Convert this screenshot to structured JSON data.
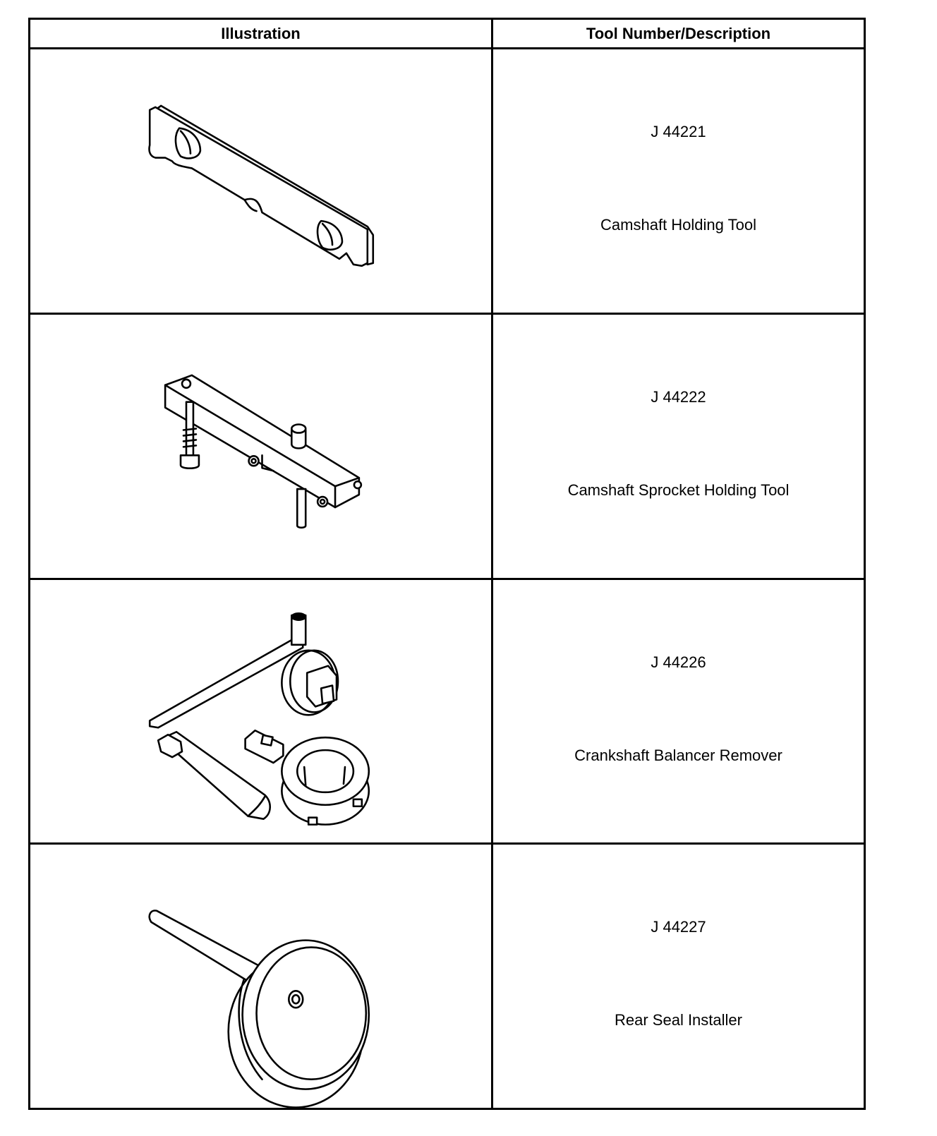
{
  "table": {
    "headers": {
      "illustration": "Illustration",
      "tool": "Tool Number/Description"
    },
    "rows": [
      {
        "number": "J 44221",
        "description": "Camshaft Holding Tool",
        "icon": "camshaft-holding-tool-illustration"
      },
      {
        "number": "J 44222",
        "description": "Camshaft Sprocket Holding Tool",
        "icon": "camshaft-sprocket-holding-tool-illustration"
      },
      {
        "number": "J 44226",
        "description": "Crankshaft Balancer Remover",
        "icon": "crankshaft-balancer-remover-illustration"
      },
      {
        "number": "J 44227",
        "description": "Rear Seal Installer",
        "icon": "rear-seal-installer-illustration"
      }
    ]
  }
}
